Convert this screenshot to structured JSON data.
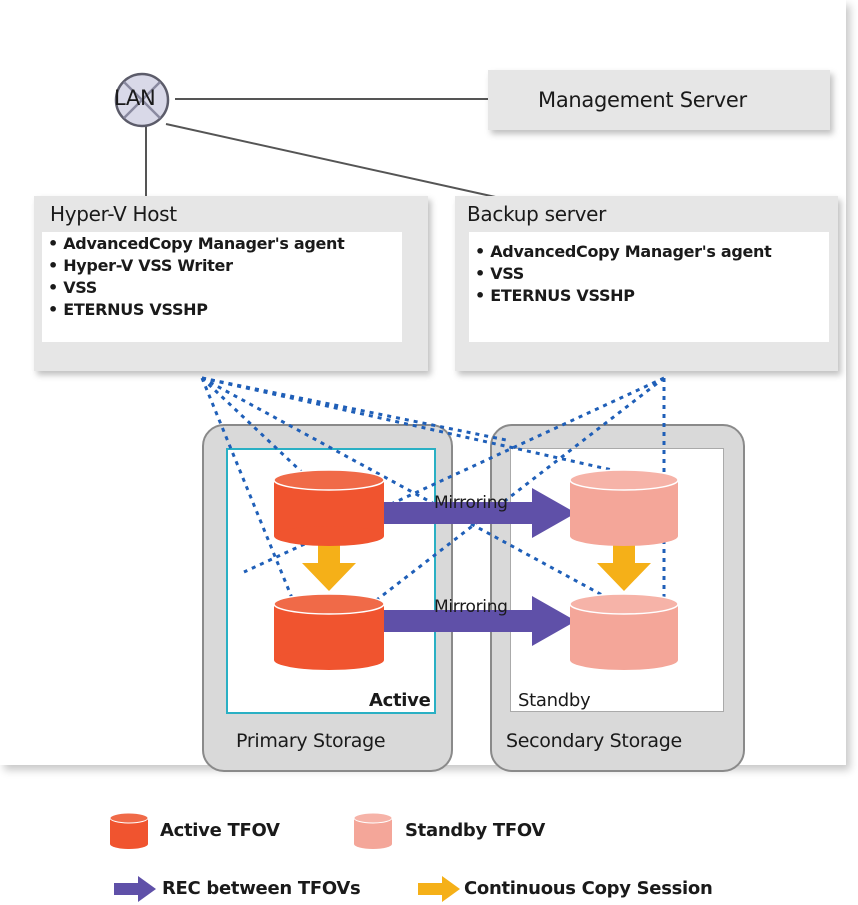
{
  "lan": {
    "label": "LAN"
  },
  "management_server": {
    "label": "Management Server"
  },
  "hyperv_host": {
    "title": "Hyper-V Host",
    "items": [
      "AdvancedCopy Manager's agent",
      "Hyper-V VSS Writer",
      "VSS",
      "ETERNUS VSSHP"
    ]
  },
  "backup_server": {
    "title": "Backup server",
    "items": [
      "AdvancedCopy Manager's agent",
      "VSS",
      "ETERNUS VSSHP"
    ]
  },
  "primary_storage": {
    "label": "Primary Storage",
    "status": "Active"
  },
  "secondary_storage": {
    "label": "Secondary Storage",
    "status": "Standby"
  },
  "mirroring": {
    "top": "Mirroring",
    "bottom": "Mirroring"
  },
  "legend": {
    "active_tfov": "Active TFOV",
    "standby_tfov": "Standby TFOV",
    "rec": "REC between TFOVs",
    "continuous": "Continuous Copy Session"
  },
  "colors": {
    "active_disk": "#f0542f",
    "standby_disk": "#f4a699",
    "rec_arrow": "#5f50a8",
    "copy_arrow": "#f5b018",
    "dotted_line": "#1f5fb8",
    "box_fill": "#e6e6e6",
    "primary_border": "#2ab0c4"
  }
}
